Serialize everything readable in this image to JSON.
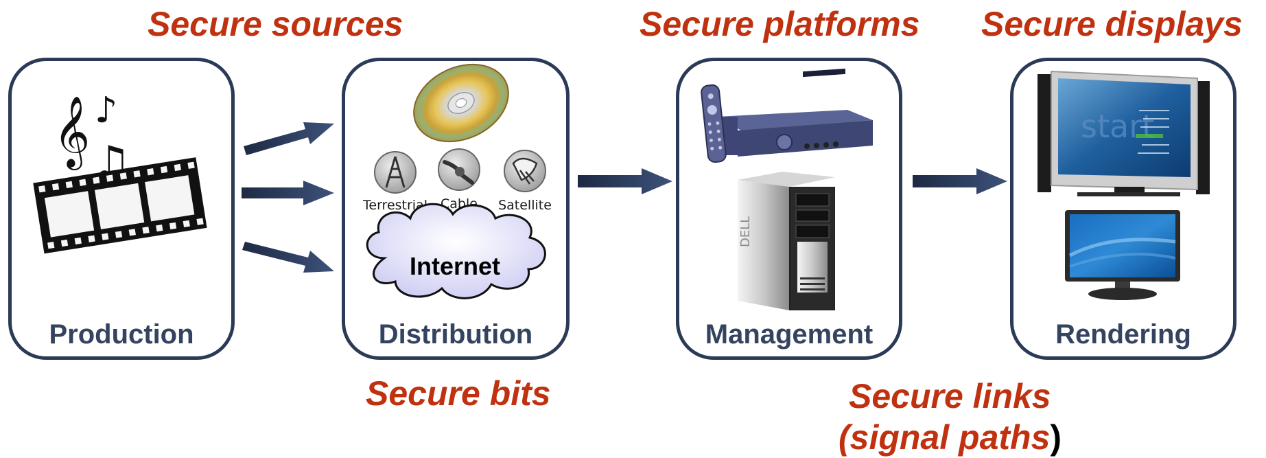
{
  "headings": {
    "sources": "Secure sources",
    "platforms": "Secure platforms",
    "displays": "Secure displays",
    "bits": "Secure bits",
    "links_line1": "Secure links",
    "links_line2": "(signal paths",
    "links_paren": ")"
  },
  "stages": [
    {
      "label": "Production"
    },
    {
      "label": "Distribution"
    },
    {
      "label": "Management"
    },
    {
      "label": "Rendering"
    }
  ],
  "distribution": {
    "terrestrial": "Terrestrial",
    "cable": "Cable",
    "satellite": "Satellite",
    "internet": "Internet"
  },
  "colors": {
    "heading": "#c0310f",
    "stage_border": "#2b3a57",
    "stage_label": "#34435f",
    "arrow": "#2b3a57"
  }
}
